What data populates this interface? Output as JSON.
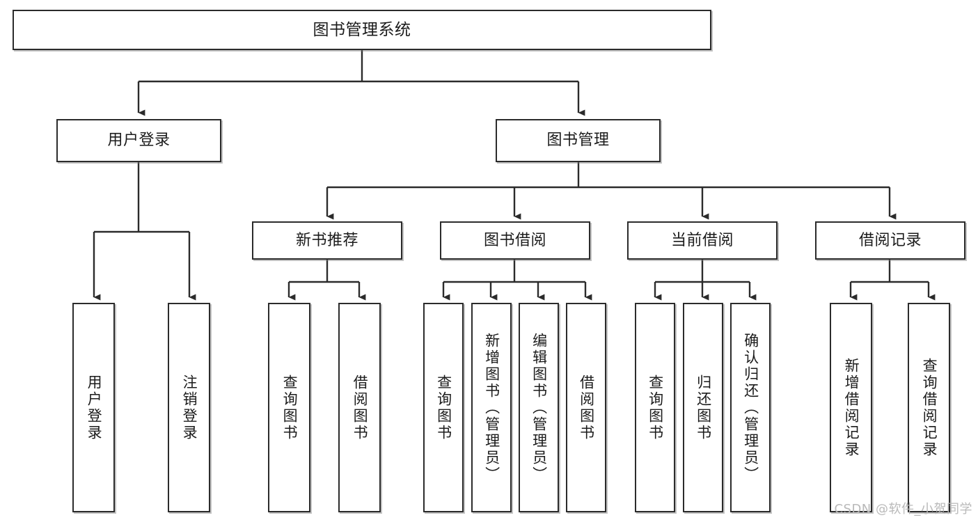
{
  "diagram": {
    "type": "tree-hierarchy",
    "title": "图书管理系统",
    "watermark": "CSDN @软件_小贺同学",
    "colors": {
      "border": "#2b2b2b",
      "background": "#ffffff",
      "text": "#1b1b1b",
      "connector": "#2b2b2b",
      "watermark": "#b9b9b9"
    },
    "levels": [
      {
        "level": 0,
        "nodes": [
          {
            "id": "root",
            "label": "图书管理系统",
            "orientation": "horizontal"
          }
        ]
      },
      {
        "level": 1,
        "nodes": [
          {
            "id": "l1-user-login",
            "label": "用户登录",
            "orientation": "horizontal",
            "parent": "root"
          },
          {
            "id": "l1-book-manage",
            "label": "图书管理",
            "orientation": "horizontal",
            "parent": "root"
          }
        ]
      },
      {
        "level": 2,
        "nodes": [
          {
            "id": "l2-new-book-rec",
            "label": "新书推荐",
            "orientation": "horizontal",
            "parent": "l1-book-manage"
          },
          {
            "id": "l2-book-borrow",
            "label": "图书借阅",
            "orientation": "horizontal",
            "parent": "l1-book-manage"
          },
          {
            "id": "l2-current-borrow",
            "label": "当前借阅",
            "orientation": "horizontal",
            "parent": "l1-book-manage"
          },
          {
            "id": "l2-borrow-record",
            "label": "借阅记录",
            "orientation": "horizontal",
            "parent": "l1-book-manage"
          }
        ]
      },
      {
        "level": 3,
        "nodes": [
          {
            "id": "leaf-user-login",
            "label": "用户登录",
            "orientation": "vertical",
            "parent": "l1-user-login"
          },
          {
            "id": "leaf-logout-login",
            "label": "注销登录",
            "orientation": "vertical",
            "parent": "l1-user-login"
          },
          {
            "id": "leaf-query-book-1",
            "label": "查询图书",
            "orientation": "vertical",
            "parent": "l2-new-book-rec"
          },
          {
            "id": "leaf-borrow-book-1",
            "label": "借阅图书",
            "orientation": "vertical",
            "parent": "l2-new-book-rec"
          },
          {
            "id": "leaf-query-book-2",
            "label": "查询图书",
            "orientation": "vertical",
            "parent": "l2-book-borrow"
          },
          {
            "id": "leaf-add-book-admin",
            "label": "新增图书（管理员）",
            "orientation": "vertical",
            "parent": "l2-book-borrow"
          },
          {
            "id": "leaf-edit-book-admin",
            "label": "编辑图书（管理员）",
            "orientation": "vertical",
            "parent": "l2-book-borrow"
          },
          {
            "id": "leaf-borrow-book-2",
            "label": "借阅图书",
            "orientation": "vertical",
            "parent": "l2-book-borrow"
          },
          {
            "id": "leaf-query-book-3",
            "label": "查询图书",
            "orientation": "vertical",
            "parent": "l2-current-borrow"
          },
          {
            "id": "leaf-return-book",
            "label": "归还图书",
            "orientation": "vertical",
            "parent": "l2-current-borrow"
          },
          {
            "id": "leaf-confirm-return",
            "label": "确认归还（管理员）",
            "orientation": "vertical",
            "parent": "l2-current-borrow"
          },
          {
            "id": "leaf-add-borrow-rec",
            "label": "新增借阅记录",
            "orientation": "vertical",
            "parent": "l2-borrow-record"
          },
          {
            "id": "leaf-query-borrow-rec",
            "label": "查询借阅记录",
            "orientation": "vertical",
            "parent": "l2-borrow-record"
          }
        ]
      }
    ]
  }
}
